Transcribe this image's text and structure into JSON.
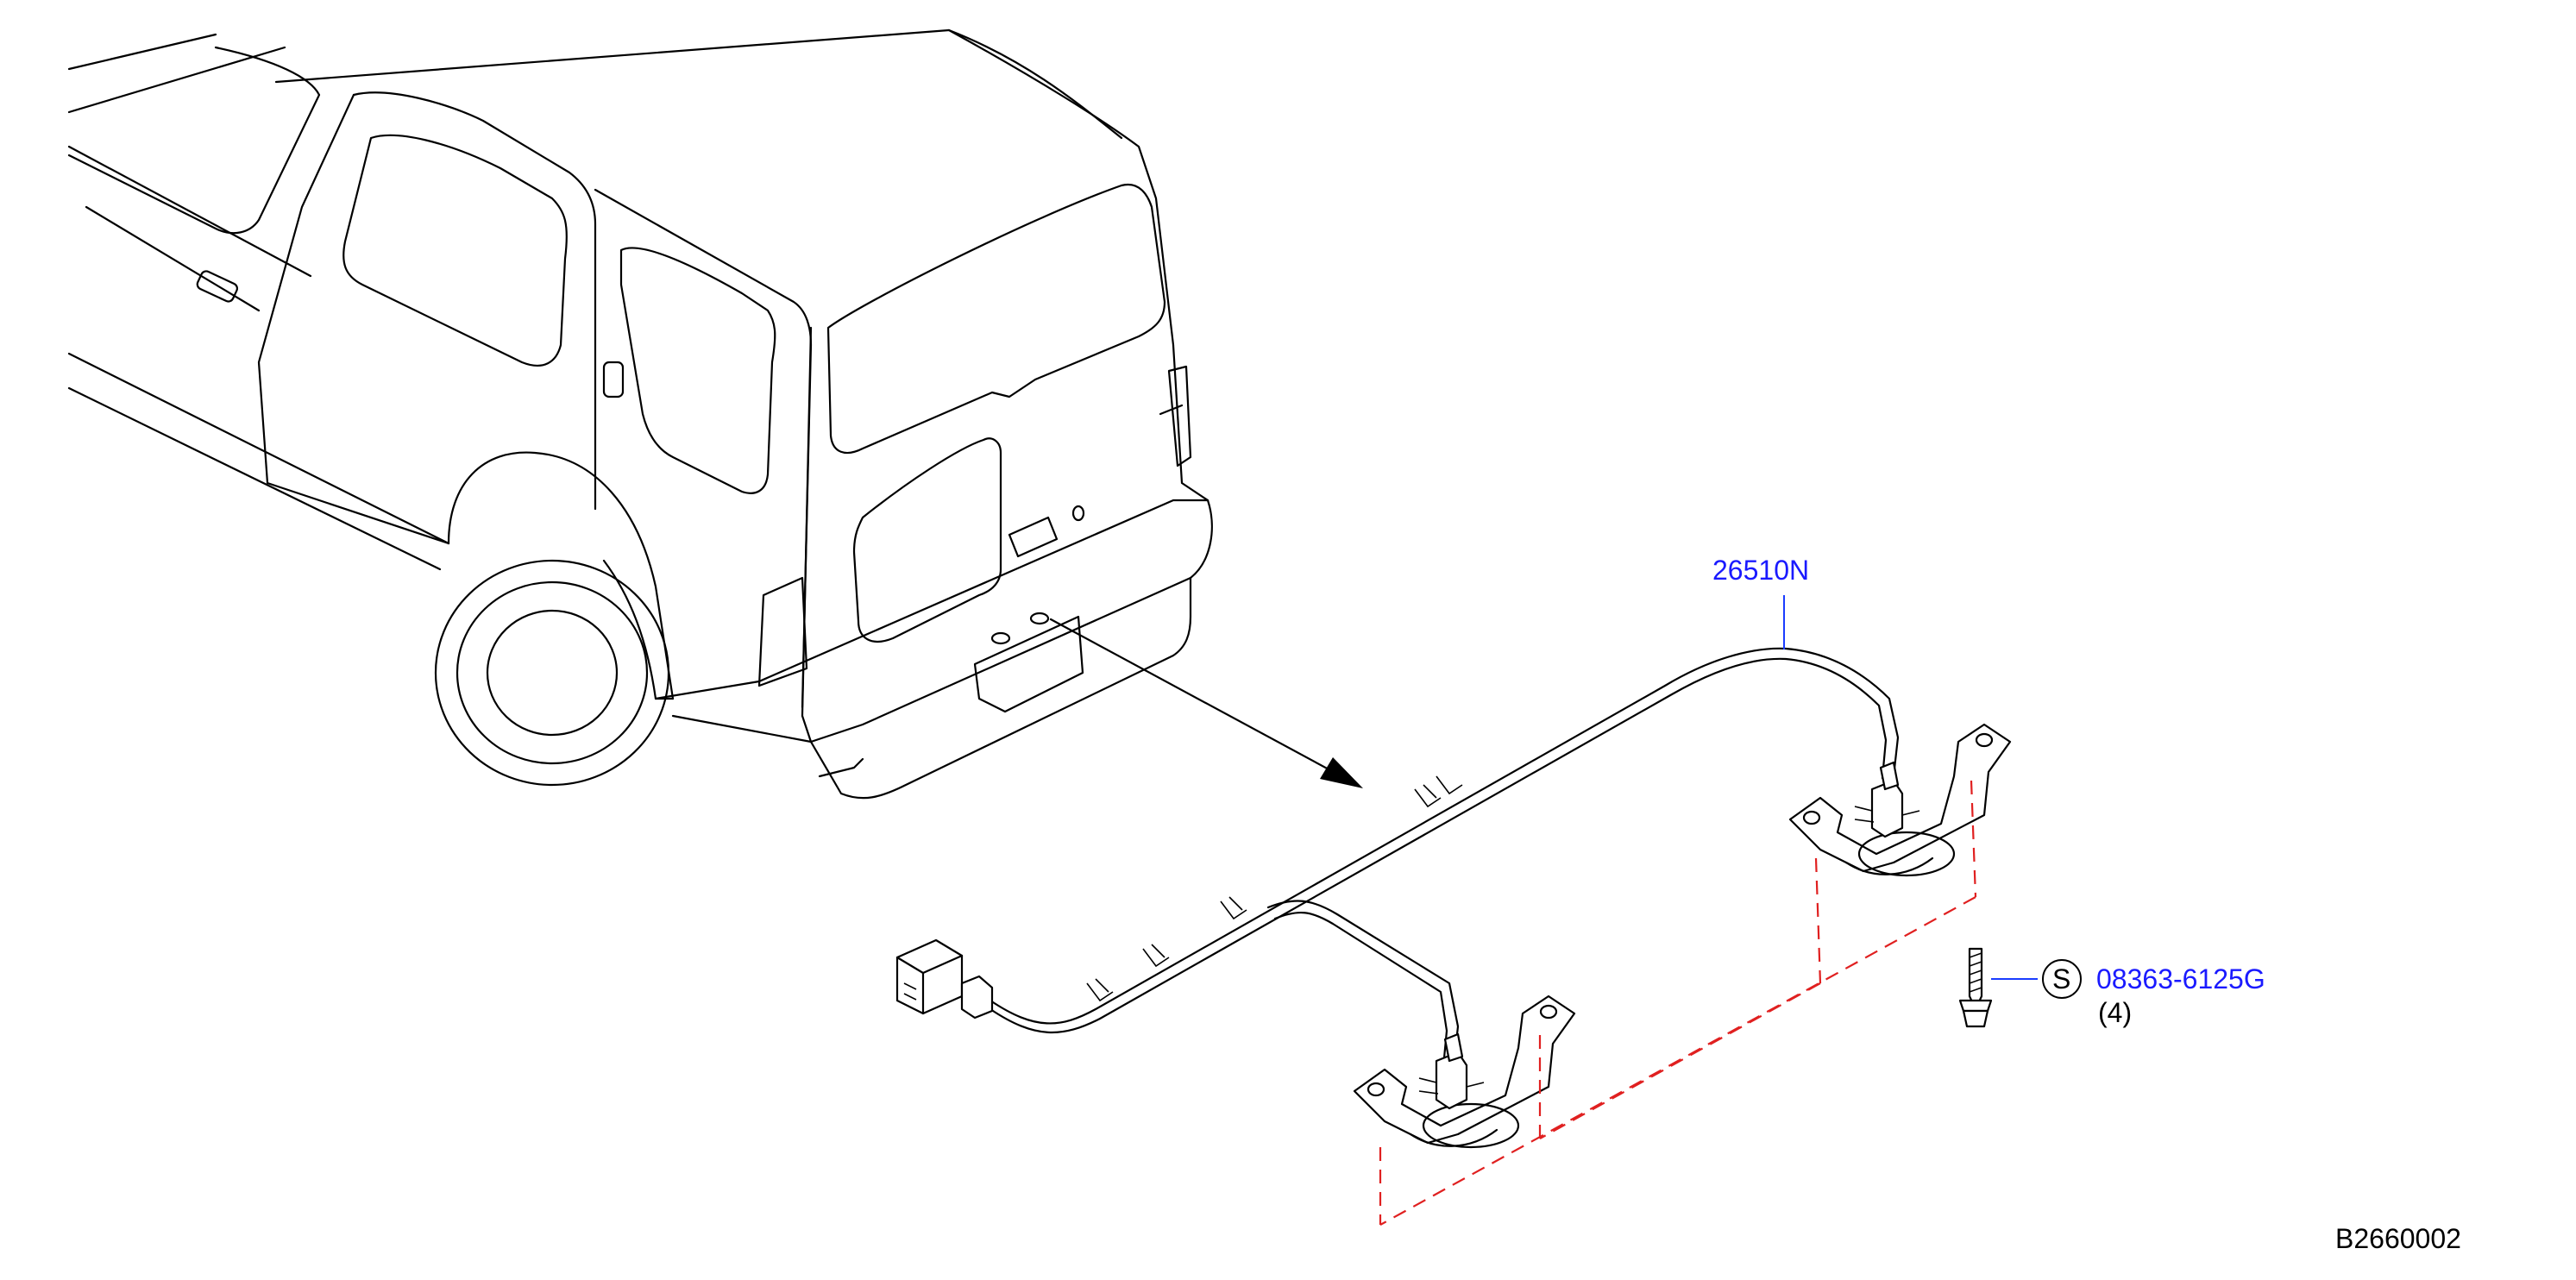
{
  "labels": {
    "harness_part": "26510N",
    "screw_symbol": "S",
    "screw_part": "08363-6125G",
    "screw_qty": "(4)",
    "drawing_id": "B2660002"
  },
  "colors": {
    "part_number": "#1a1aff",
    "leader": "#1a3cff",
    "hidden_line": "#e02020",
    "outline": "#000000"
  },
  "icons": [
    "vehicle-rear-view",
    "wire-harness",
    "license-lamp",
    "screw-icon",
    "connector-icon"
  ]
}
